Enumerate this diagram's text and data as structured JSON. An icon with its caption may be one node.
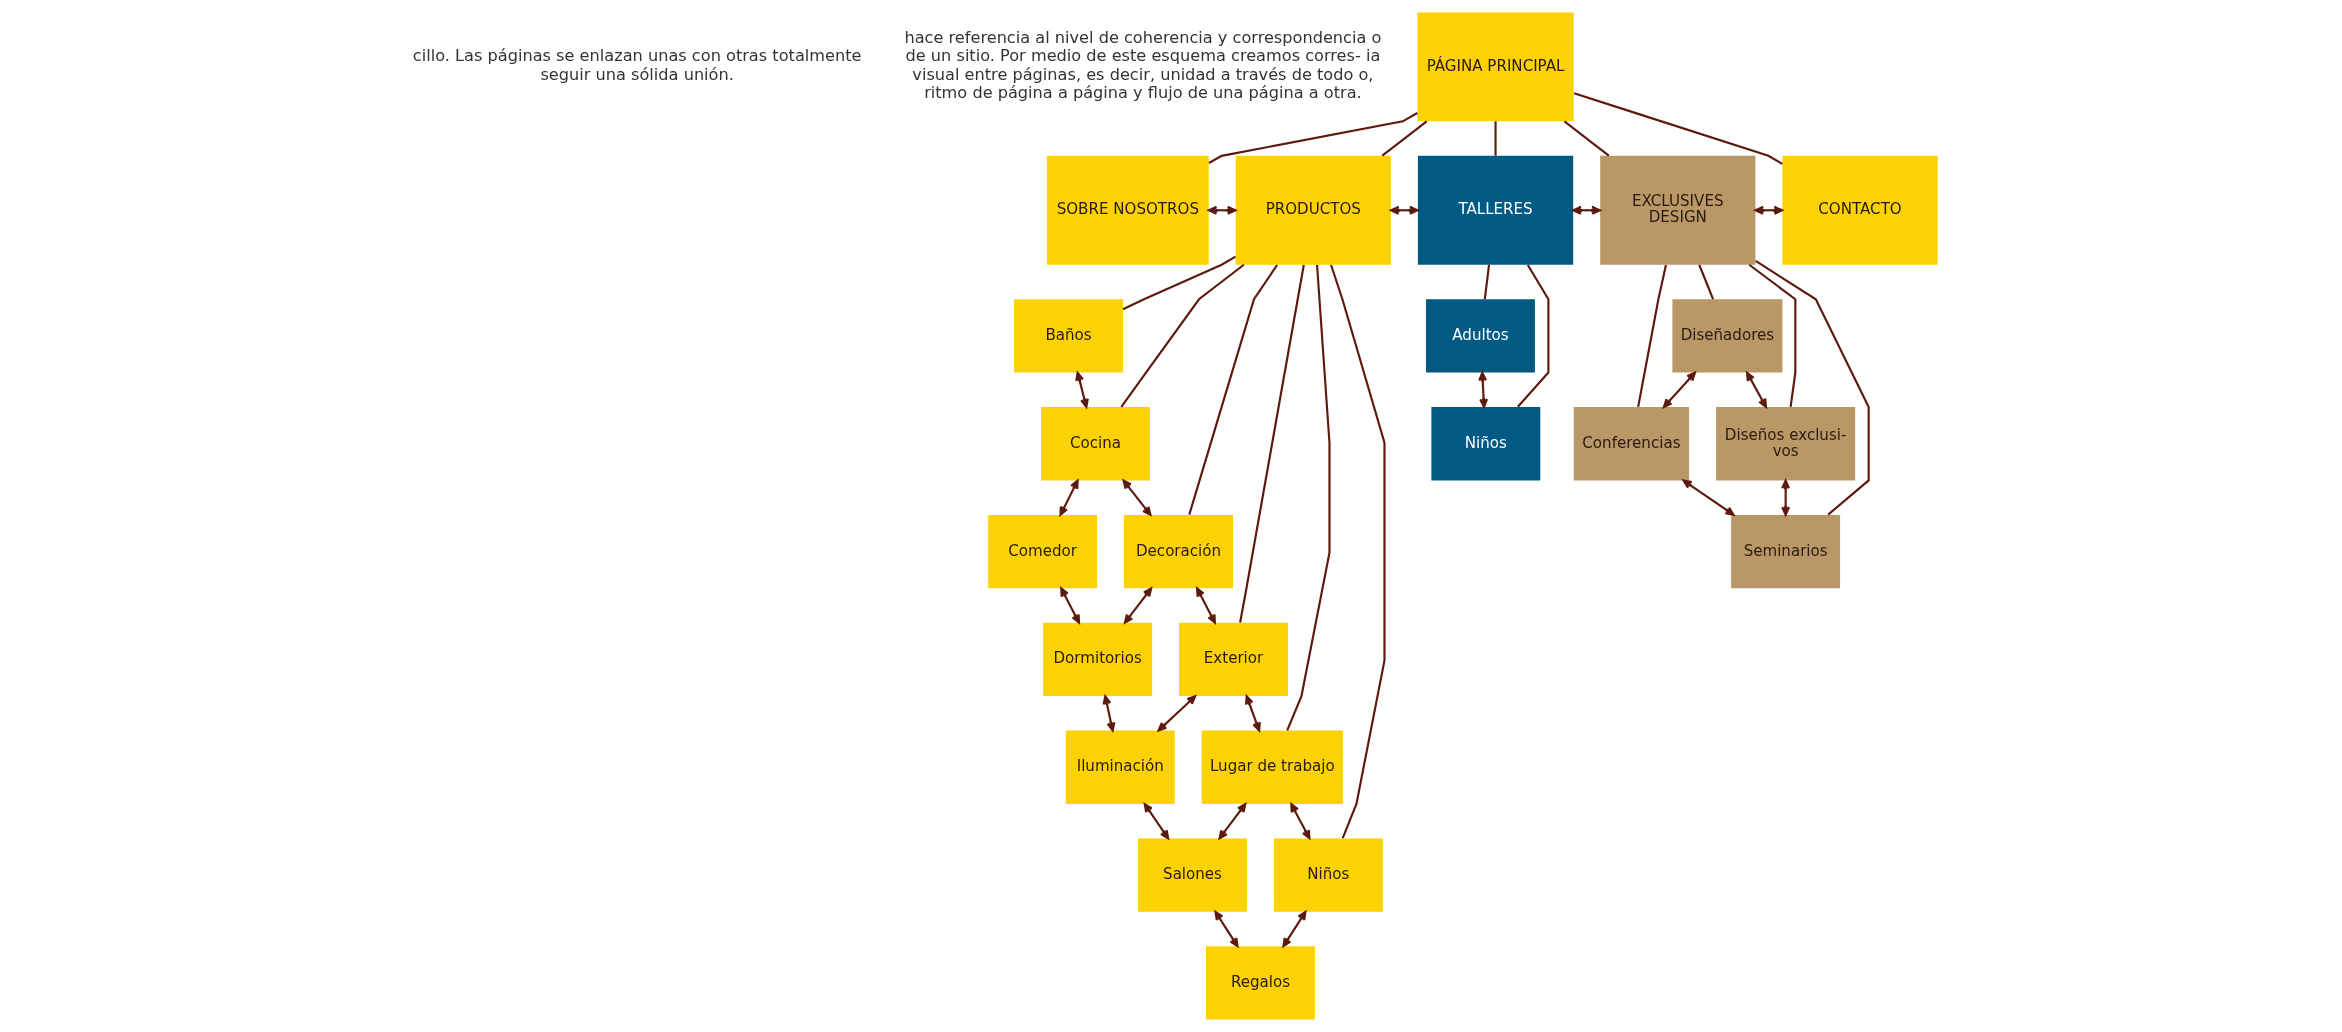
{
  "diagram": {
    "nodes": [
      {
        "text": [
          "PÁGINA PRINCIPAL"
        ]
      },
      {
        "text": [
          "SOBRE NOSOTROS"
        ]
      },
      {
        "text": [
          "PRODUCTOS"
        ]
      },
      {
        "text": [
          "TALLERES"
        ]
      },
      {
        "text": [
          "EXCLUSIVES DESIGN"
        ]
      },
      {
        "text": [
          "CONTACTO"
        ]
      },
      {
        "text": [
          "Baños"
        ]
      },
      {
        "text": [
          "Cocina"
        ]
      },
      {
        "text": [
          "Decoración"
        ]
      },
      {
        "text": [
          "Exterior"
        ]
      },
      {
        "text": [
          "Lugar de trabajo"
        ]
      },
      {
        "text": [
          "Niños"
        ]
      },
      {
        "text": [
          "Comedor"
        ]
      },
      {
        "text": [
          "Dormitorios"
        ]
      },
      {
        "text": [
          "Iluminación"
        ]
      },
      {
        "text": [
          "Salones"
        ]
      },
      {
        "text": [
          "Regalos"
        ]
      },
      {
        "text": [
          "Adultos"
        ]
      },
      {
        "text": [
          "Niños"
        ]
      },
      {
        "text": [
          "Diseñadores"
        ]
      },
      {
        "text": [
          "Conferencias"
        ]
      },
      {
        "text": [
          "Diseños exclusi- vos"
        ]
      },
      {
        "text": [
          "Seminarios"
        ]
      }
    ],
    "edges": [
      {
        "from": 0,
        "to": 1,
        "arrow": "none"
      },
      {
        "from": 0,
        "to": 2,
        "arrow": "none"
      },
      {
        "from": 0,
        "to": 3,
        "arrow": "none"
      },
      {
        "from": 0,
        "to": 4,
        "arrow": "none"
      },
      {
        "from": 0,
        "to": 5,
        "arrow": "none"
      },
      {
        "from": 1,
        "to": 2,
        "arrow": "both"
      },
      {
        "from": 2,
        "to": 3,
        "arrow": "both"
      },
      {
        "from": 3,
        "to": 4,
        "arrow": "both"
      },
      {
        "from": 4,
        "to": 5,
        "arrow": "both"
      },
      {
        "from": 2,
        "to": 6,
        "arrow": "none"
      },
      {
        "from": 2,
        "to": 7,
        "arrow": "none"
      },
      {
        "from": 2,
        "to": 8,
        "arrow": "none"
      },
      {
        "from": 2,
        "to": 9,
        "arrow": "none"
      },
      {
        "from": 2,
        "to": 10,
        "arrow": "none"
      },
      {
        "from": 2,
        "to": 11,
        "arrow": "none"
      },
      {
        "from": 3,
        "to": 17,
        "arrow": "none"
      },
      {
        "from": 3,
        "to": 18,
        "arrow": "none"
      },
      {
        "from": 4,
        "to": 19,
        "arrow": "none"
      },
      {
        "from": 4,
        "to": 20,
        "arrow": "none"
      },
      {
        "from": 4,
        "to": 21,
        "arrow": "none"
      },
      {
        "from": 4,
        "to": 22,
        "arrow": "none"
      },
      {
        "from": 6,
        "to": 7,
        "arrow": "both"
      },
      {
        "from": 7,
        "to": 8,
        "arrow": "both"
      },
      {
        "from": 8,
        "to": 9,
        "arrow": "both"
      },
      {
        "from": 9,
        "to": 10,
        "arrow": "both"
      },
      {
        "from": 10,
        "to": 11,
        "arrow": "both"
      },
      {
        "from": 12,
        "to": 13,
        "arrow": "both"
      },
      {
        "from": 13,
        "to": 14,
        "arrow": "both"
      },
      {
        "from": 14,
        "to": 15,
        "arrow": "both"
      },
      {
        "from": 15,
        "to": 16,
        "arrow": "both"
      },
      {
        "from": 7,
        "to": 12,
        "arrow": "both"
      },
      {
        "from": 8,
        "to": 13,
        "arrow": "both"
      },
      {
        "from": 9,
        "to": 14,
        "arrow": "both"
      },
      {
        "from": 10,
        "to": 15,
        "arrow": "both"
      },
      {
        "from": 11,
        "to": 16,
        "arrow": "both"
      },
      {
        "from": 17,
        "to": 18,
        "arrow": "both"
      },
      {
        "from": 19,
        "to": 20,
        "arrow": "both"
      },
      {
        "from": 21,
        "to": 22,
        "arrow": "both"
      },
      {
        "from": 19,
        "to": 21,
        "arrow": "both"
      },
      {
        "from": 20,
        "to": 22,
        "arrow": "both"
      }
    ],
    "labels": [
      "cillo. Las páginas se enlazan unas con otras totalmente seguir una sólida unión.",
      "hace referencia al nivel de coherencia y correspondencia o de un sitio. Por medio de este esquema creamos corres- ia visual entre páginas, es decir, unidad a través de todo o, ritmo de página a página y flujo de una página a otra."
    ]
  }
}
